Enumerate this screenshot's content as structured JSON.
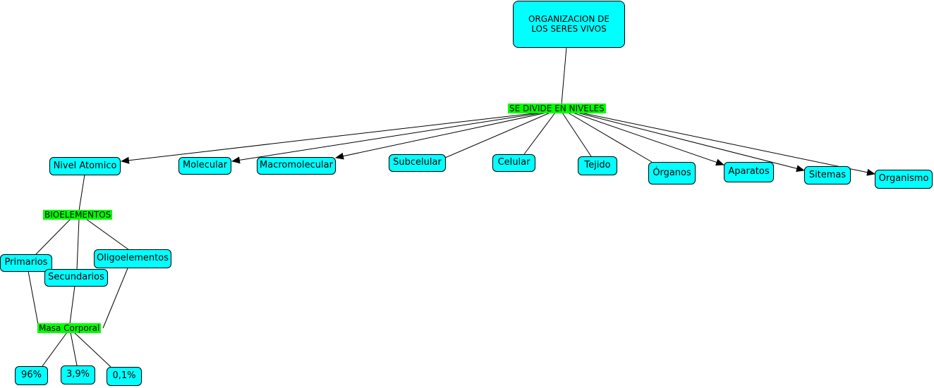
{
  "colors": {
    "concept_fill": "#00ffff",
    "linking_phrase_fill": "#00ff00",
    "line": "#000000"
  },
  "concepts": {
    "root": "ORGANIZACION DE\nLOS SERES VIVOS",
    "nivel_atomico": "Nivel Atomico",
    "molecular": "Molecular",
    "macromolecular": "Macromolecular",
    "subcelular": "Subcelular",
    "celular": "Celular",
    "tejido": "Tejido",
    "organos": "Órganos",
    "aparatos": "Aparatos",
    "sitemas": "Sitemas",
    "organismo": "Organismo",
    "primarios": "Primarios",
    "secundarios": "Secundarios",
    "oligoelementos": "Oligoelementos",
    "p96": "96%",
    "p39": "3,9%",
    "p01": "0,1%"
  },
  "linking_phrases": {
    "se_divide": "SE DIVIDE EN NIVELES",
    "bioelementos": "BIOELEMENTOS",
    "masa_corporal": "Masa Corporal"
  }
}
